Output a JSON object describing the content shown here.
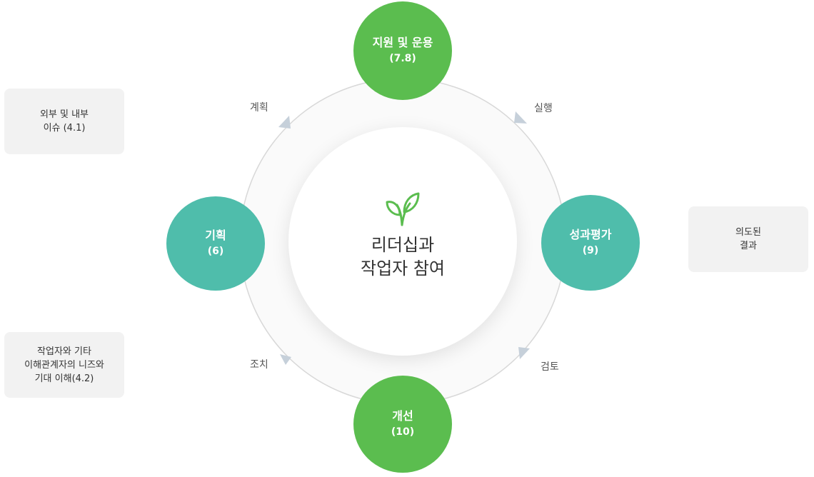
{
  "center": {
    "title_line1": "리더십과",
    "title_line2": "작업자 참여",
    "icon": "sprout-icon"
  },
  "nodes": {
    "top": {
      "label": "지원 및 운용",
      "sub": "(7.8)"
    },
    "left": {
      "label": "기획",
      "sub": "(6)"
    },
    "right": {
      "label": "성과평가",
      "sub": "(9)"
    },
    "bottom": {
      "label": "개선",
      "sub": "(10)"
    }
  },
  "arcs": {
    "plan": "계획",
    "do": "실행",
    "check": "검토",
    "act": "조치"
  },
  "side_boxes": {
    "external_internal": {
      "line1": "외부 및 내부",
      "line2": "이슈 (4.1)"
    },
    "needs": {
      "line1": "작업자와 기타",
      "line2": "이해관계자의 니즈와",
      "line3": "기대 이해(4.2)"
    },
    "outcomes": {
      "line1": "의도된",
      "line2": "결과"
    }
  },
  "colors": {
    "green": "#5bbd4f",
    "teal": "#4fbdab",
    "ring": "#d8d8d8",
    "arrow": "#c6d0da",
    "box_bg": "#f2f2f2"
  }
}
